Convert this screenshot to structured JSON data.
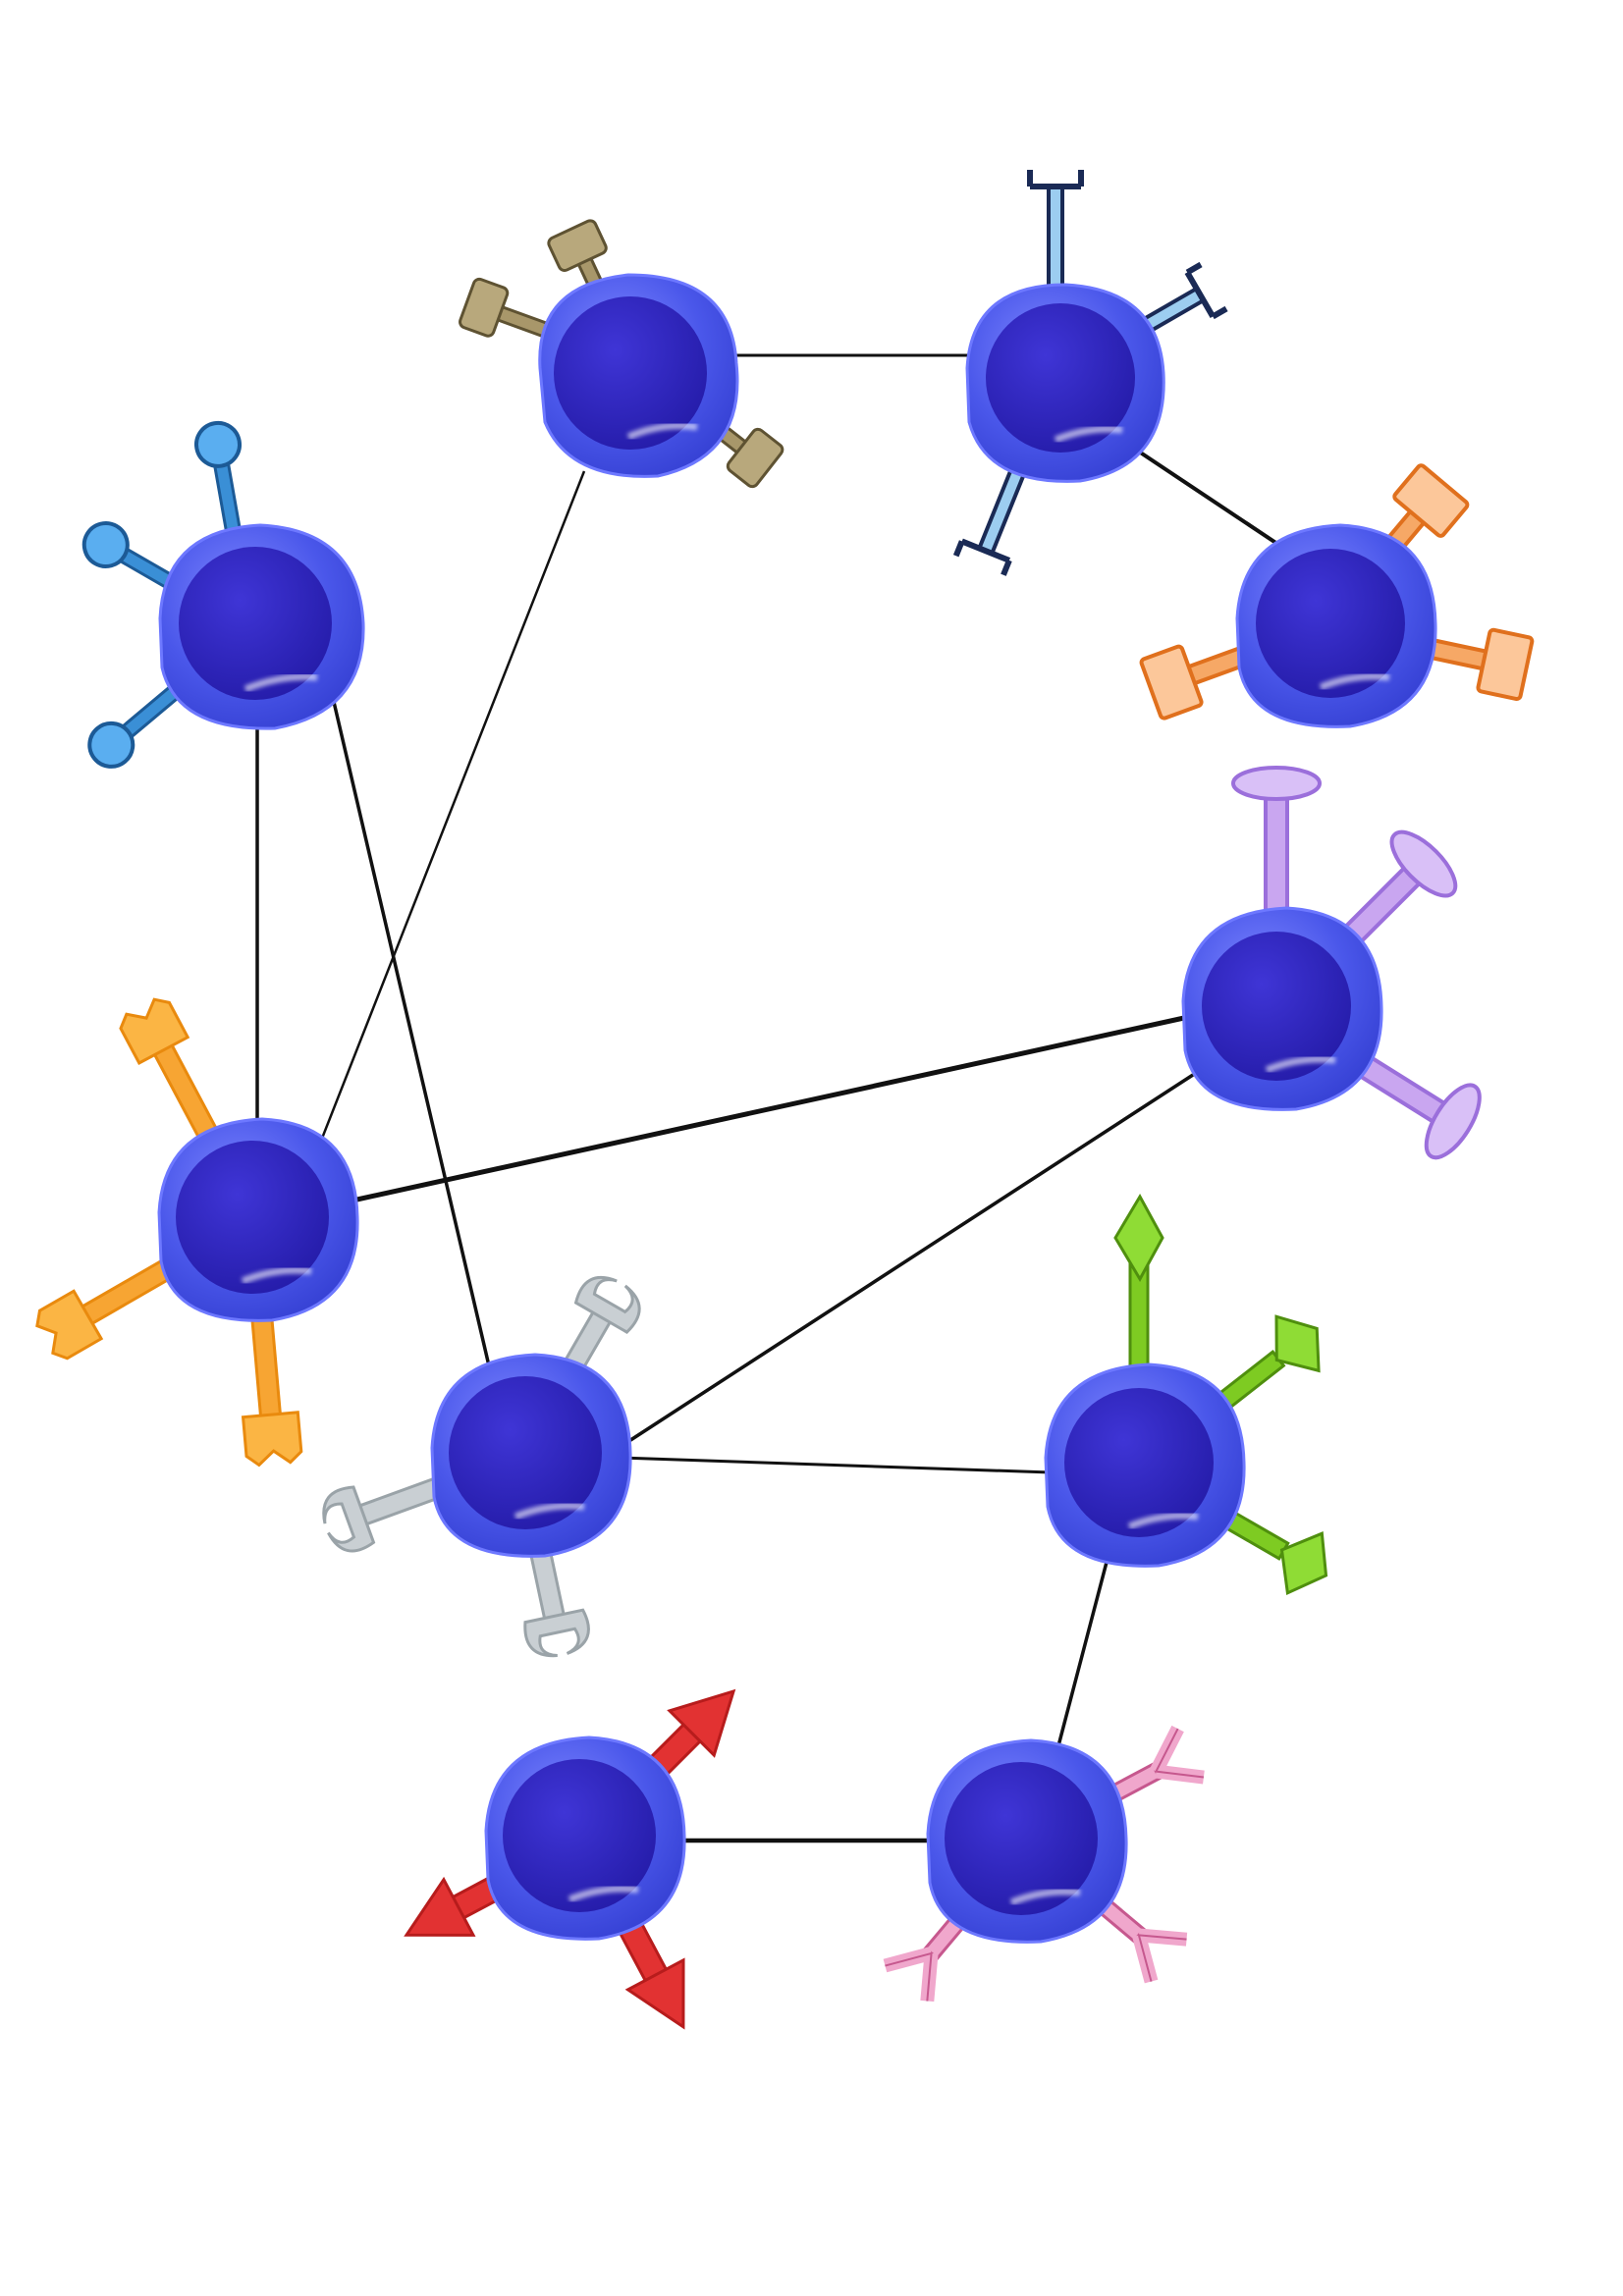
{
  "diagram": {
    "kind": "cell network",
    "cell_colors": {
      "membrane": "#4a57ea",
      "nucleus": "#2b21b8",
      "highlight": "#ffffff"
    },
    "edge_color": "#111111",
    "receptor_palette": {
      "ball-blue": "#3a8fd6",
      "hammer-tan": "#8f7e52",
      "clamp-navy-skyblue": "#9ccdf0",
      "hammer-orange": "#f08a3a",
      "paddle-lavender": "#c9a6f0",
      "cup-orange": "#f7a533",
      "hook-gray": "#b9c0c4",
      "diamond-green": "#7ecb22",
      "arrow-red": "#e23232",
      "antibody-pink": "#e78ab8"
    },
    "cells": [
      {
        "id": "tan",
        "receptor": "hammer"
      },
      {
        "id": "navy",
        "receptor": "clamp"
      },
      {
        "id": "orange",
        "receptor": "hammer"
      },
      {
        "id": "blue",
        "receptor": "ball"
      },
      {
        "id": "lavender",
        "receptor": "paddle"
      },
      {
        "id": "yellow",
        "receptor": "cup"
      },
      {
        "id": "gray",
        "receptor": "hook"
      },
      {
        "id": "green",
        "receptor": "diamond"
      },
      {
        "id": "red",
        "receptor": "arrow"
      },
      {
        "id": "pink",
        "receptor": "antibody"
      }
    ],
    "edges": [
      [
        "tan",
        "navy"
      ],
      [
        "navy",
        "orange"
      ],
      [
        "tan",
        "yellow"
      ],
      [
        "blue",
        "yellow"
      ],
      [
        "blue",
        "gray"
      ],
      [
        "yellow",
        "lavender"
      ],
      [
        "lavender",
        "gray"
      ],
      [
        "gray",
        "green"
      ],
      [
        "green",
        "pink"
      ],
      [
        "red",
        "pink"
      ]
    ]
  }
}
